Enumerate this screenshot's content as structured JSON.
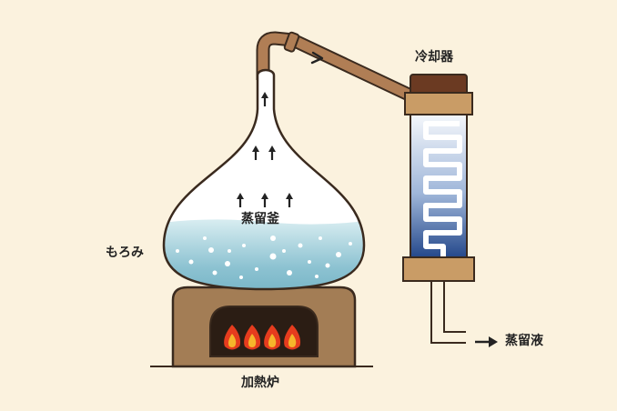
{
  "labels": {
    "condenser": "冷却器",
    "still_pot": "蒸留釜",
    "wash": "もろみ",
    "furnace": "加熱炉",
    "distillate": "蒸留液"
  },
  "colors": {
    "background": "#fbf2de",
    "copper": "#b07e55",
    "outline": "#3a2a1e",
    "furnace": "#a37d55",
    "furnace_mouth": "#2b1d14",
    "liquid_top": "#c9e4ea",
    "liquid_bottom": "#7cb8c9",
    "liquid_glow": "#e67a7a",
    "coil_tube": "#23478a",
    "flame": "#e63c1e",
    "cap": "#6b3a22"
  },
  "icons": {
    "vapor": "up-arrow-icon",
    "flow": "right-arrow-icon",
    "fire": "flame-icon"
  }
}
